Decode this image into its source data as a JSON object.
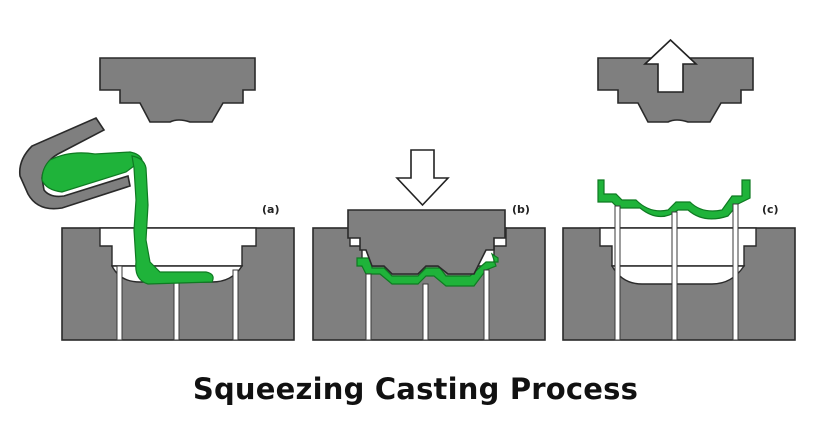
{
  "title": "Squeezing Casting Process",
  "steps": [
    {
      "id": "a",
      "label": "(a)"
    },
    {
      "id": "b",
      "label": "(b)"
    },
    {
      "id": "c",
      "label": "(c)"
    }
  ],
  "colors": {
    "steel": "#7f7f7f",
    "molten_metal": "#1fb33a",
    "outline": "#2a2a2a"
  },
  "icons": [
    "arrow-down-icon",
    "arrow-up-icon",
    "ladle-icon"
  ]
}
